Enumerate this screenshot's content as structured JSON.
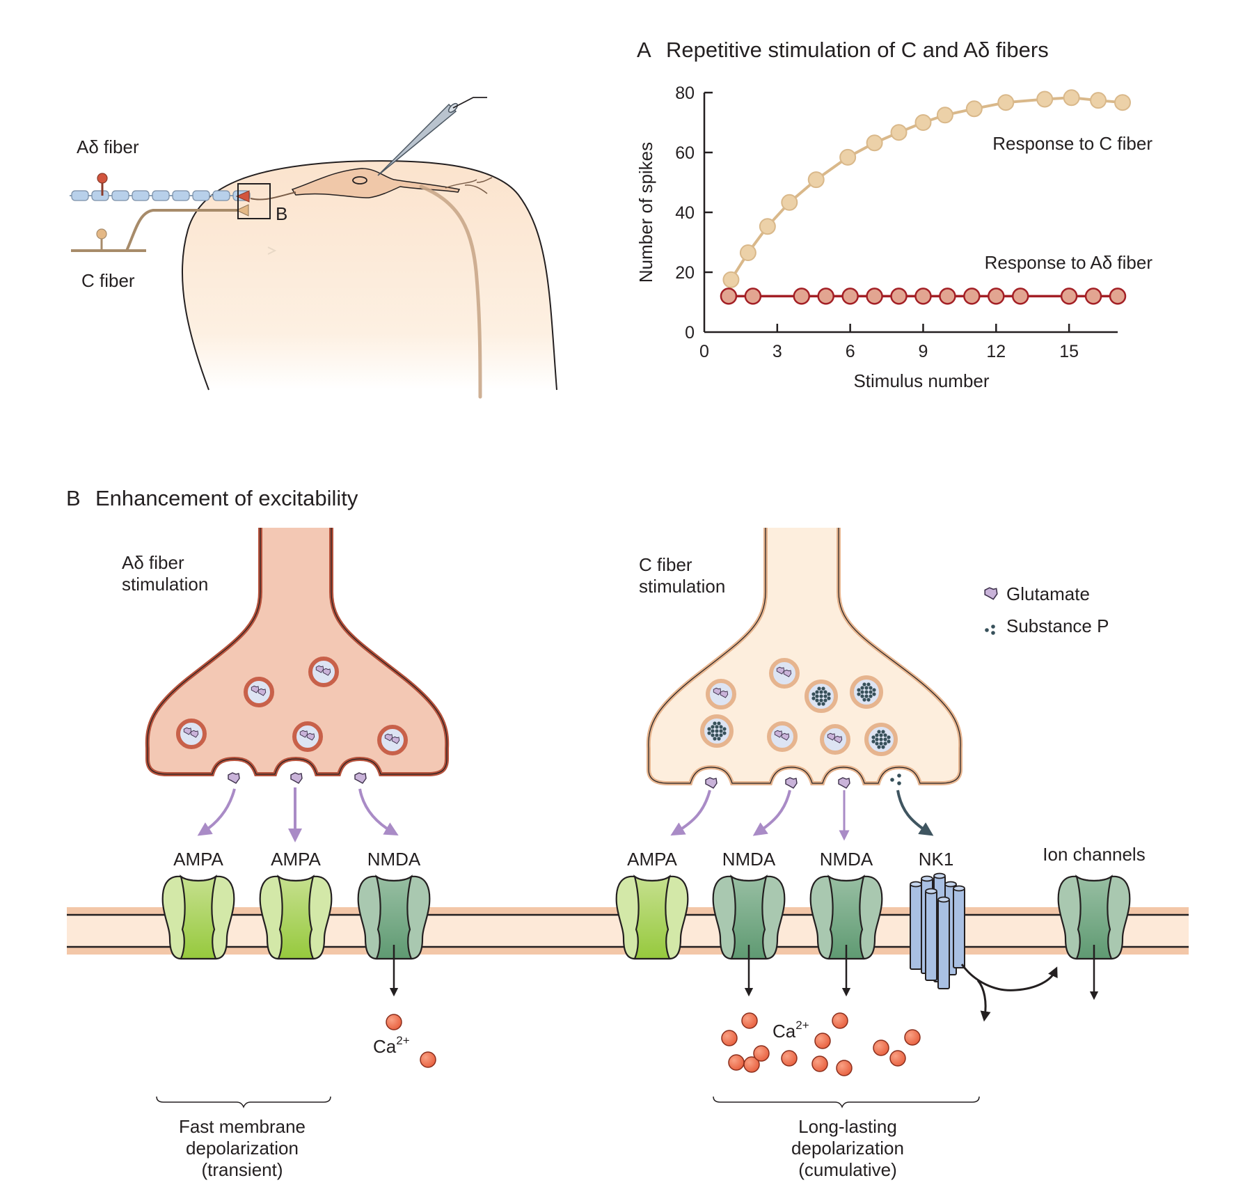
{
  "panel_a": {
    "letter": "A",
    "title": "Repetitive stimulation of C and Aδ fibers"
  },
  "schematic": {
    "adelta_fiber_label": "Aδ fiber",
    "c_fiber_label": "C fiber",
    "inset_label": "B"
  },
  "chart_data": {
    "type": "line",
    "title": "Repetitive stimulation of C and Aδ fibers",
    "xlabel": "Stimulus number",
    "ylabel": "Number of spikes",
    "xlim": [
      0,
      17
    ],
    "ylim": [
      0,
      80
    ],
    "xticks": [
      0,
      3,
      6,
      9,
      12,
      15
    ],
    "yticks": [
      0,
      20,
      40,
      60,
      80
    ],
    "grid": false,
    "legend": "inline-right",
    "series": [
      {
        "name": "Response to C fiber",
        "color": "#ecd1a8",
        "stroke": "#d9b88a",
        "x": [
          1.1,
          1.8,
          2.6,
          3.5,
          4.6,
          5.9,
          7.0,
          8.0,
          9.0,
          9.9,
          11.1,
          12.4,
          14.0,
          15.1,
          16.2,
          17.2
        ],
        "y": [
          17.5,
          26.5,
          35.3,
          43.3,
          50.9,
          58.4,
          63.2,
          66.7,
          70.0,
          72.5,
          74.6,
          76.7,
          77.8,
          78.3,
          77.4,
          76.7
        ]
      },
      {
        "name": "Response to Aδ fiber",
        "color": "#e2a591",
        "stroke": "#a31f25",
        "x": [
          1,
          2,
          4,
          5,
          6,
          7,
          8,
          9,
          10,
          11,
          12,
          13,
          15,
          16,
          17
        ],
        "y": [
          12,
          12,
          12,
          12,
          12,
          12,
          12,
          12,
          12,
          12,
          12,
          12,
          12,
          12,
          12
        ]
      }
    ]
  },
  "panel_b": {
    "letter": "B",
    "title": "Enhancement of excitability",
    "adelta_label_1": "Aδ fiber",
    "adelta_label_2": "stimulation",
    "c_label_1": "C fiber",
    "c_label_2": "stimulation",
    "legend": {
      "glutamate": "Glutamate",
      "substance_p": "Substance P"
    },
    "receptors_left": [
      "AMPA",
      "AMPA",
      "NMDA"
    ],
    "receptors_right": [
      "AMPA",
      "NMDA",
      "NMDA",
      "NK1"
    ],
    "ion_channels_label": "Ion channels",
    "calcium_label": "Ca",
    "calcium_charge": "2+",
    "left_outcome": [
      "Fast membrane",
      "depolarization",
      "(transient)"
    ],
    "right_outcome": [
      "Long-lasting",
      "depolarization",
      "(cumulative)"
    ]
  },
  "colors": {
    "adelta_terminal_fill": "#f3c8b4",
    "adelta_terminal_stroke": "#b5523c",
    "c_terminal_fill": "#fdeedd",
    "c_terminal_stroke": "#e6b48e",
    "glutamate": "#c9b3d9",
    "substance_p": "#37505a",
    "ampa": "#c6e08f",
    "nmda": "#9fc2a8",
    "nk1": "#a9c0e3",
    "calcium": "#ef7a5c",
    "membrane": "#f3c7a8",
    "arrow_purple": "#a98bc6"
  }
}
